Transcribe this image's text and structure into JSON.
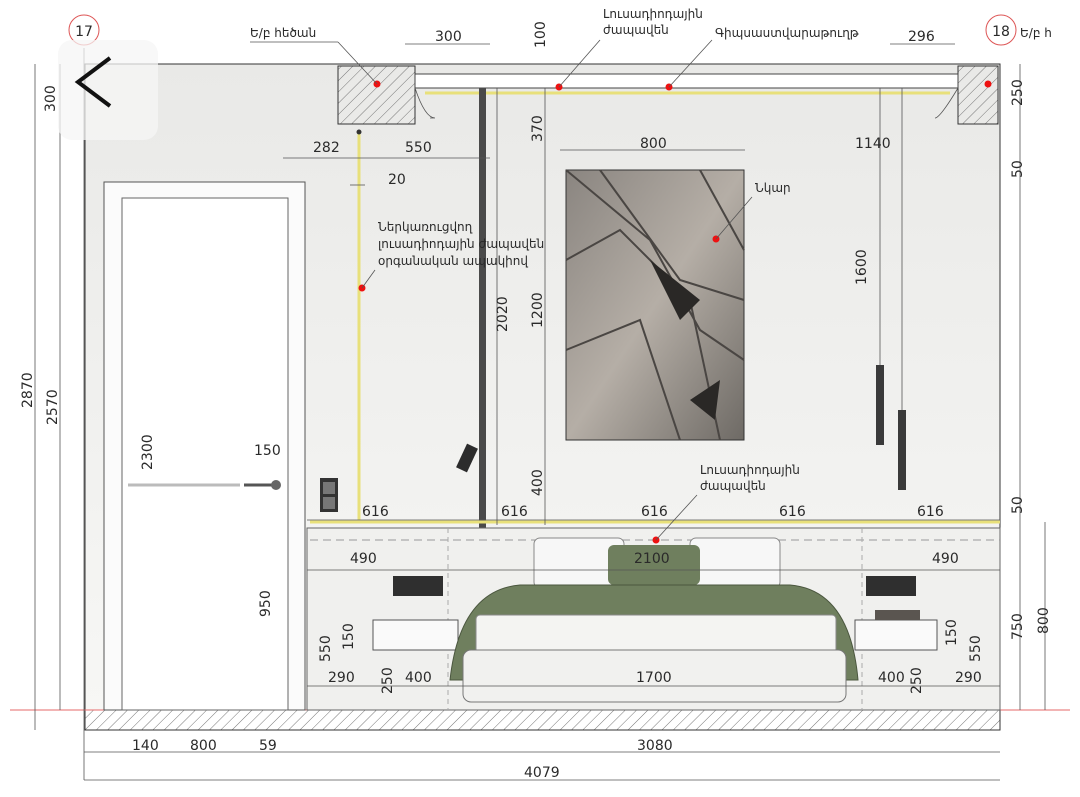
{
  "axis_marks": [
    "17",
    "18"
  ],
  "labels": {
    "wall_left": "Ե/բ հեծան",
    "wall_right": "Ե/բ հ",
    "led_top": [
      "Լուսադիոդային",
      "ժապավեն"
    ],
    "ceiling": "Գիպսաստվարաթուղթ",
    "picture": "Նկար",
    "led_vertical": [
      "Ներկառուցվող",
      "լուսադիոդային ժապավեն",
      "օրգանական ապակիով"
    ],
    "led_bottom": [
      "Լուսադիոդային",
      "ժապավեն"
    ]
  },
  "dims": {
    "d300_top": "300",
    "d100": "100",
    "d296": "296",
    "d250_right": "250",
    "d300_left": "300",
    "d370": "370",
    "d800_pic": "800",
    "d1140": "1140",
    "d282": "282",
    "d550": "550",
    "d50_top": "50",
    "d20": "20",
    "d1600": "1600",
    "d2020": "2020",
    "d1200": "1200",
    "d2870": "2870",
    "d2570": "2570",
    "d2300": "2300",
    "d400_pic": "400",
    "d150_switch": "150",
    "d616_1": "616",
    "d616_2": "616",
    "d616_3": "616",
    "d616_4": "616",
    "d616_5": "616",
    "d50_bottom": "50",
    "d490_left": "490",
    "d2100": "2100",
    "d490_right": "490",
    "d950": "950",
    "d750": "750",
    "d800_right": "800",
    "d550_left": "550",
    "d150_left": "150",
    "d150_right": "150",
    "d550_right": "550",
    "d290_left": "290",
    "d250_left": "250",
    "d400_left": "400",
    "d1700": "1700",
    "d400_right": "400",
    "d250_right_b": "250",
    "d290_right": "290",
    "d140": "140",
    "d800_door": "800",
    "d59": "59",
    "d3080": "3080",
    "d4079": "4079"
  },
  "colors": {
    "wall": "#eeeeec",
    "led": "#e8e07a",
    "marker": "#e11111",
    "bedding": "#6f7f5e"
  },
  "ui": {
    "back_icon": "chevron-left-icon"
  }
}
